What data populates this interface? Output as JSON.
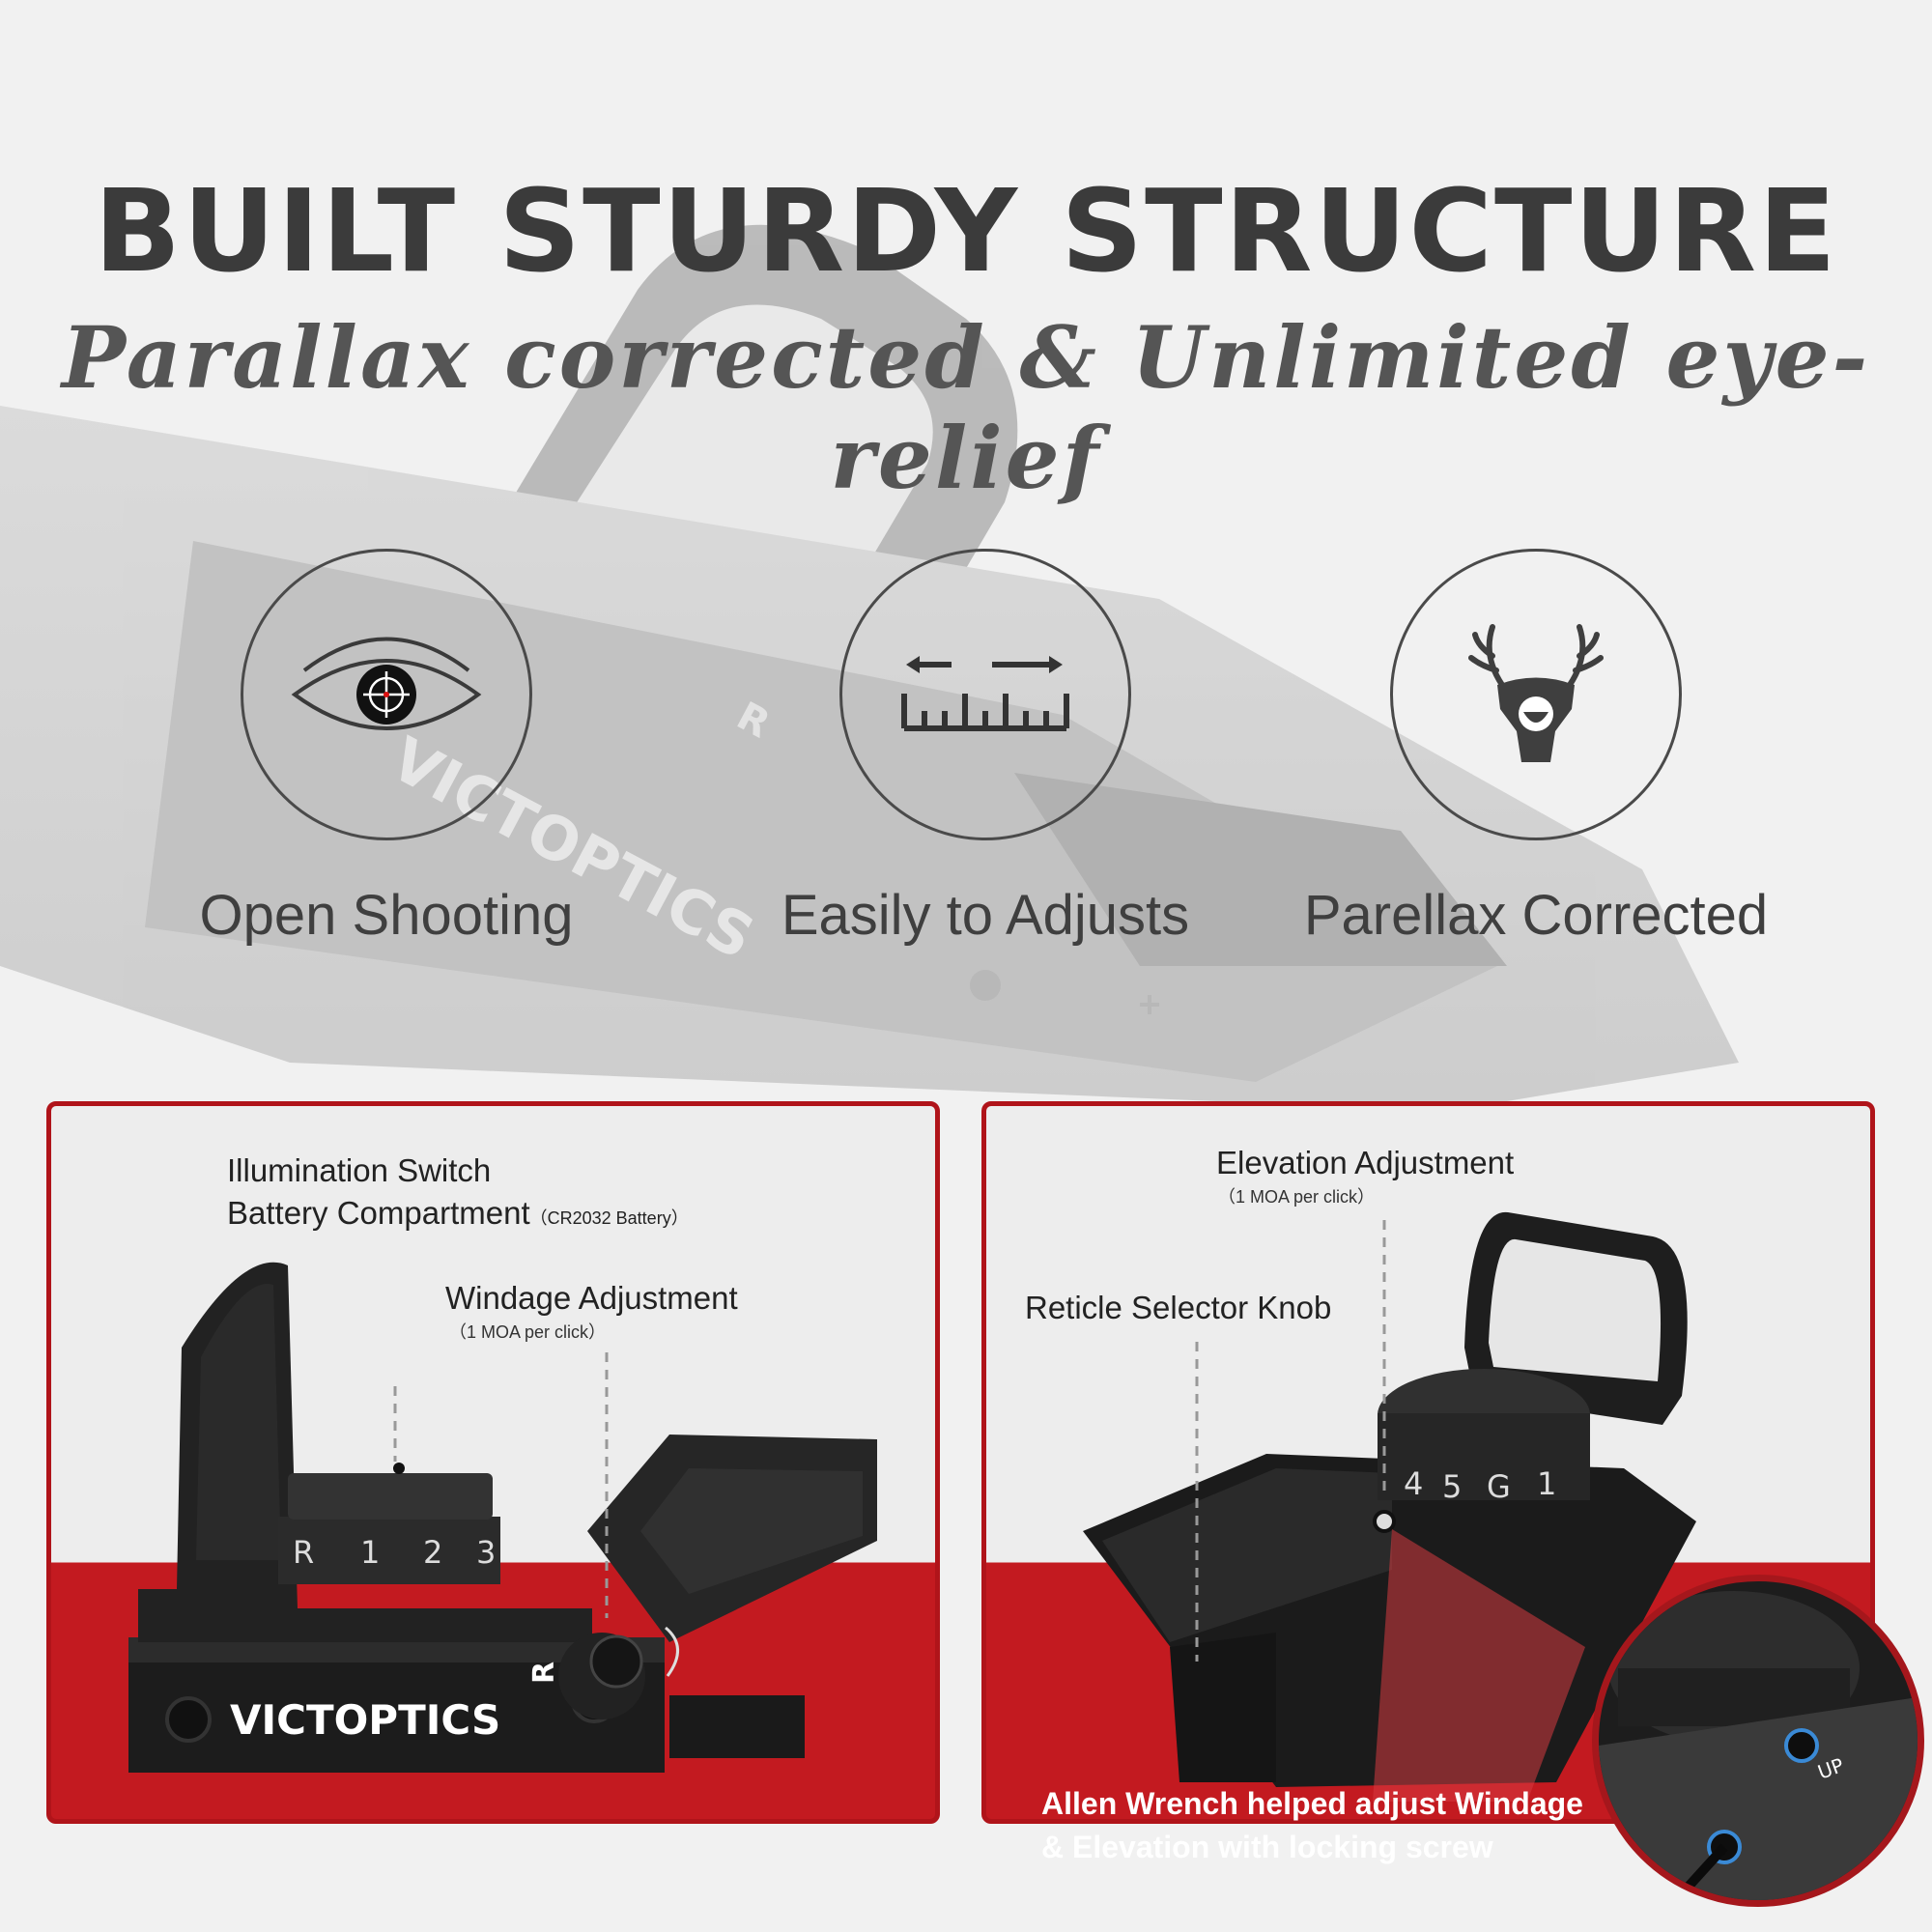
{
  "header": {
    "title": "BUILT STURDY STRUCTURE",
    "subtitle": "Parallax corrected & Unlimited eye-relief"
  },
  "background": {
    "brand_text": "VICTOPTICS",
    "dial_letter": "R"
  },
  "features": [
    {
      "label": "Open Shooting",
      "icon": "eye-crosshair-icon"
    },
    {
      "label": "Easily to Adjusts",
      "icon": "adjust-scale-icon"
    },
    {
      "label": "Parellax Corrected",
      "icon": "deer-head-icon"
    }
  ],
  "left_panel": {
    "callout_switch": "Illumination Switch",
    "callout_battery": "Battery Compartment",
    "battery_note": "（CR2032 Battery）",
    "callout_windage": "Windage Adjustment",
    "windage_note": "（1 MOA per click）",
    "brand": "VICTOPTICS",
    "dial_marks": [
      "R",
      "1",
      "2",
      "3"
    ],
    "side_mark": "R"
  },
  "right_panel": {
    "callout_elevation": "Elevation Adjustment",
    "elevation_note": "（1 MOA per click）",
    "callout_reticle": "Reticle Selector Knob",
    "dial_marks": [
      "4",
      "5",
      "G",
      "1"
    ],
    "allen_line1": "Allen Wrench helped adjust Windage",
    "allen_line2": "& Elevation with locking screw",
    "magnifier_up": "UP"
  },
  "colors": {
    "accent_red": "#c31a20",
    "panel_border": "#b0141a",
    "text_dark": "#3b3b3b"
  }
}
